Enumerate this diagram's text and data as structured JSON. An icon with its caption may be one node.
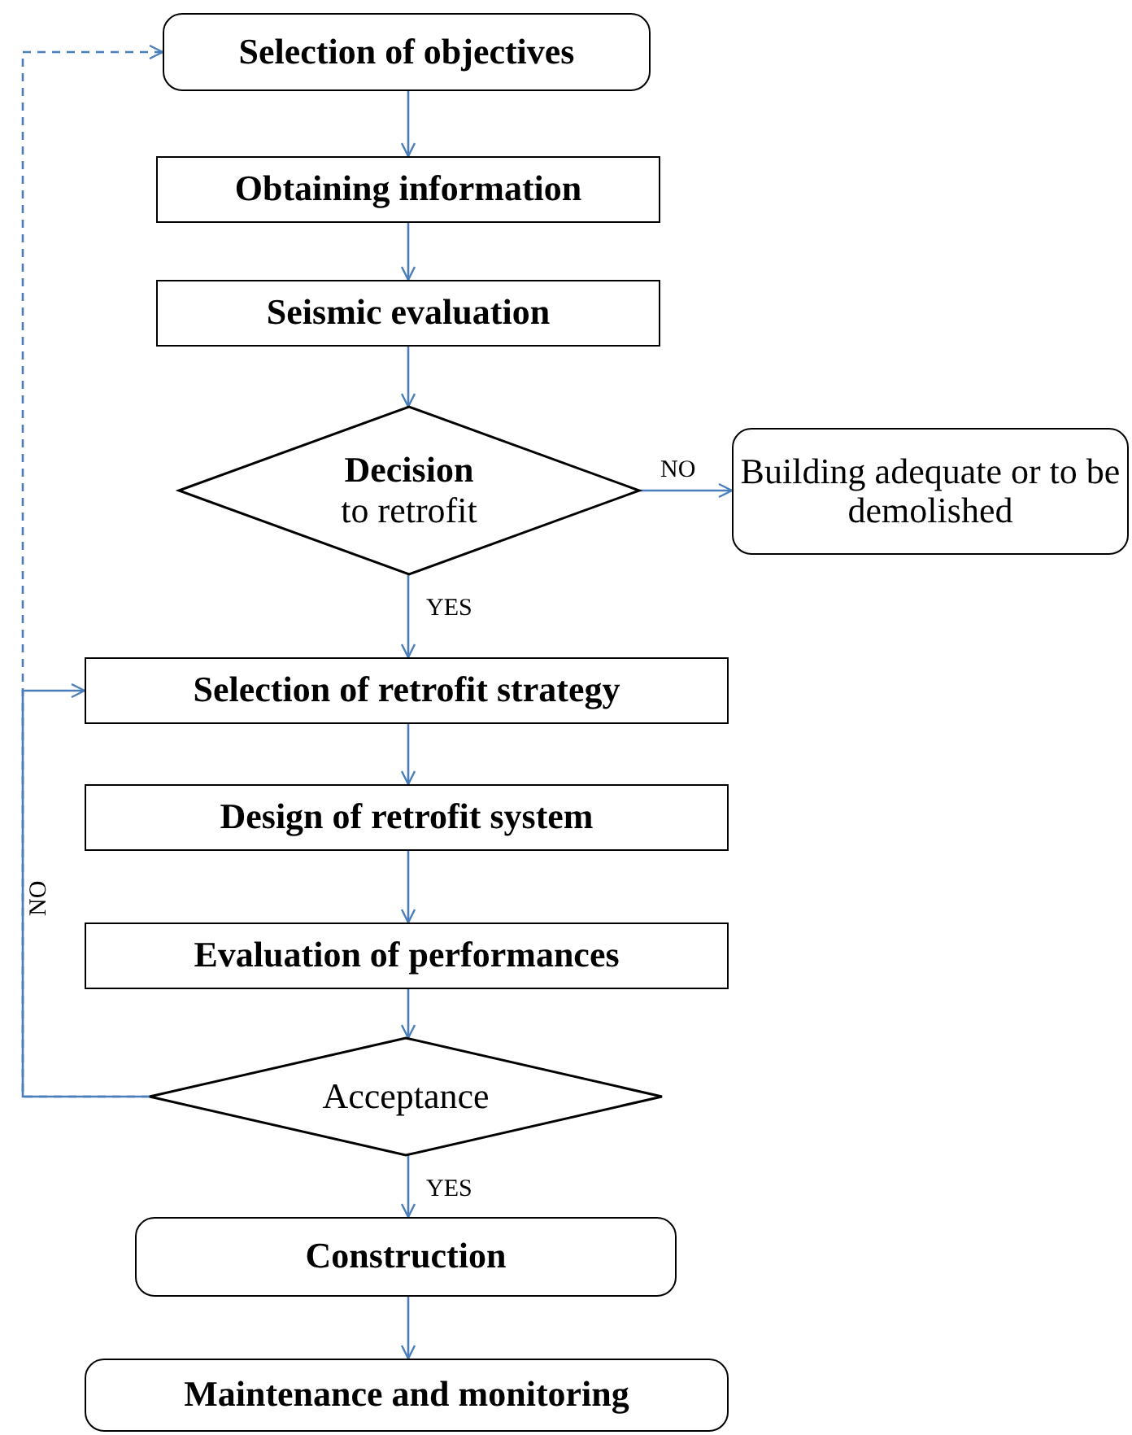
{
  "diagram": {
    "nodes": [
      {
        "text": [
          "Selection of objectives"
        ]
      },
      {
        "text": [
          "Obtaining information"
        ]
      },
      {
        "text": [
          "Seismic evaluation"
        ]
      },
      {
        "text": [
          "Decision",
          "to retrofit"
        ]
      },
      {
        "text": [
          "Building adequate or to be demolished"
        ]
      },
      {
        "text": [
          "Selection of retrofit strategy"
        ]
      },
      {
        "text": [
          "Design of retrofit system"
        ]
      },
      {
        "text": [
          "Evaluation of performances"
        ]
      },
      {
        "text": [
          "Acceptance"
        ]
      },
      {
        "text": [
          "Construction"
        ]
      },
      {
        "text": [
          "Maintenance and monitoring"
        ]
      }
    ],
    "edges": [
      {
        "from": 0,
        "to": 1,
        "arrow": "to"
      },
      {
        "from": 1,
        "to": 2,
        "arrow": "to"
      },
      {
        "from": 2,
        "to": 3,
        "arrow": "to"
      },
      {
        "from": 3,
        "to": 4,
        "arrow": "to",
        "label": "NO"
      },
      {
        "from": 3,
        "to": 5,
        "arrow": "to",
        "label": "YES"
      },
      {
        "from": 5,
        "to": 6,
        "arrow": "to"
      },
      {
        "from": 6,
        "to": 7,
        "arrow": "to"
      },
      {
        "from": 7,
        "to": 8,
        "arrow": "to"
      },
      {
        "from": 8,
        "to": 0,
        "arrow": "to",
        "style": "dashed"
      },
      {
        "from": 8,
        "to": 5,
        "arrow": "to",
        "label": "NO"
      },
      {
        "from": 8,
        "to": 9,
        "arrow": "to",
        "label": "YES"
      },
      {
        "from": 9,
        "to": 10,
        "arrow": "to"
      }
    ]
  }
}
